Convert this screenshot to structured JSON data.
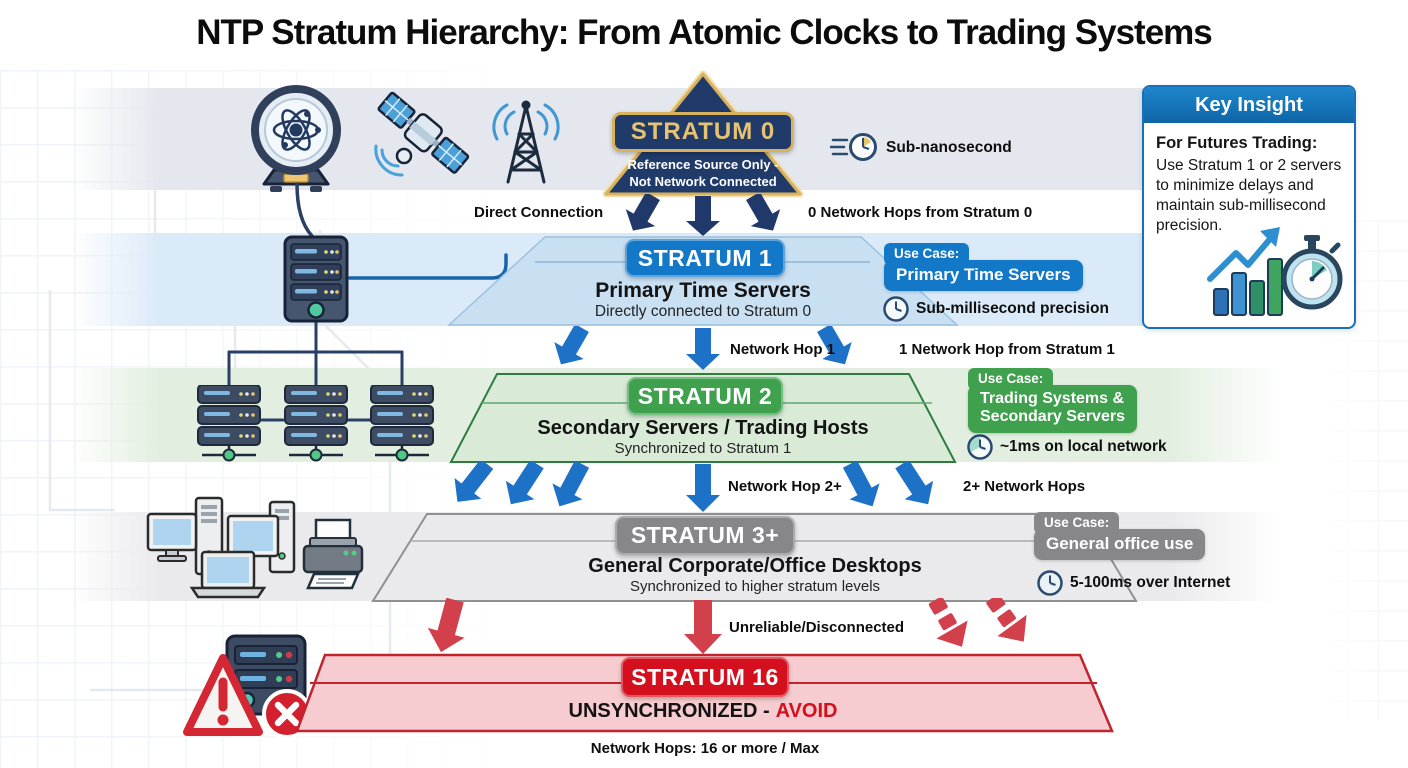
{
  "title": "NTP Stratum Hierarchy: From Atomic Clocks to Trading Systems",
  "key_insight": {
    "header": "Key Insight",
    "heading": "For Futures Trading:",
    "body": "Use Stratum 1 or 2 servers to minimize delays and maintain sub-millisecond precision."
  },
  "stratum0": {
    "label": "STRATUM 0",
    "note_line1": "Reference Source Only -",
    "note_line2": "Not Network Connected",
    "precision": "Sub-nanosecond",
    "connection_label": "Direct Connection",
    "hops_label": "0 Network Hops from Stratum 0"
  },
  "stratum1": {
    "label": "STRATUM 1",
    "title": "Primary Time Servers",
    "subtitle": "Directly connected to Stratum 0",
    "use_case_label": "Use Case:",
    "use_case": "Primary Time Servers",
    "precision": "Sub-millisecond precision",
    "hop_label": "Network Hop 1",
    "hops_label": "1 Network Hop from Stratum 1"
  },
  "stratum2": {
    "label": "STRATUM 2",
    "title": "Secondary Servers / Trading Hosts",
    "subtitle": "Synchronized to Stratum 1",
    "use_case_label": "Use Case:",
    "use_case_line1": "Trading Systems &",
    "use_case_line2": "Secondary Servers",
    "precision": "~1ms on local network",
    "hop_label": "Network Hop 2+",
    "hops_label": "2+ Network Hops"
  },
  "stratum3": {
    "label": "STRATUM 3+",
    "title": "General Corporate/Office Desktops",
    "subtitle": "Synchronized to higher stratum levels",
    "use_case_label": "Use Case:",
    "use_case": "General office use",
    "precision": "5-100ms over Internet",
    "hop_label": "Unreliable/Disconnected"
  },
  "stratum16": {
    "label": "STRATUM 16",
    "title": "UNSYNCHRONIZED -",
    "title_warn": "AVOID",
    "bottom_label": "Network Hops: 16 or more / Max"
  },
  "colors": {
    "navy": "#203a6a",
    "gold": "#d9b25e",
    "blue": "#1478c8",
    "light_blue_band": "#dbeaf8",
    "green": "#3fa04e",
    "light_green_band": "#e2efe0",
    "gray": "#87878a",
    "light_gray_band": "#eaeaec",
    "red": "#d5101e",
    "pink": "#f7ccd0",
    "arrow_navy": "#21386b",
    "arrow_blue": "#1d72c8",
    "arrow_red": "#d2414b"
  },
  "icons": {
    "atomic_clock": "atomic-clock-icon",
    "satellite": "satellite-icon",
    "radio_tower": "radio-tower-icon",
    "speed_clock": "speed-clock-icon",
    "clock": "clock-icon",
    "server_tower": "server-tower-icon",
    "server_rack": "server-rack-icon",
    "desktops": "desktop-computers-icon",
    "printer": "printer-icon",
    "warning_triangle": "warning-triangle-icon",
    "error_server": "error-server-icon",
    "chart_stopwatch": "chart-stopwatch-icon"
  }
}
